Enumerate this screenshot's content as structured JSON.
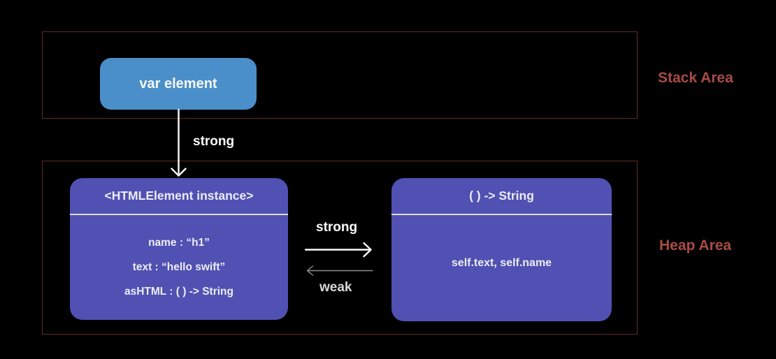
{
  "colors": {
    "background": "#000000",
    "area_border": "#602b28",
    "area_label": "#a84b45",
    "var_box_fill": "#4a8fca",
    "heap_box_fill": "#5051b2",
    "box_text": "#edecf4",
    "divider": "#dcdce4",
    "strong_arrow": "#fafafa",
    "weak_arrow": "#8f8f8f"
  },
  "stack_area": {
    "label": "Stack Area",
    "var_box": {
      "label": "var element"
    }
  },
  "heap_area": {
    "label": "Heap Area",
    "instance_box": {
      "title": "<HTMLElement instance>",
      "fields": [
        "name : “h1”",
        "text : “hello swift”",
        "asHTML : ( ) -> String"
      ]
    },
    "closure_box": {
      "title": "( ) -> String",
      "body": "self.text,  self.name"
    }
  },
  "references": {
    "var_to_instance": "strong",
    "instance_to_closure": "strong",
    "closure_to_instance": "weak"
  }
}
